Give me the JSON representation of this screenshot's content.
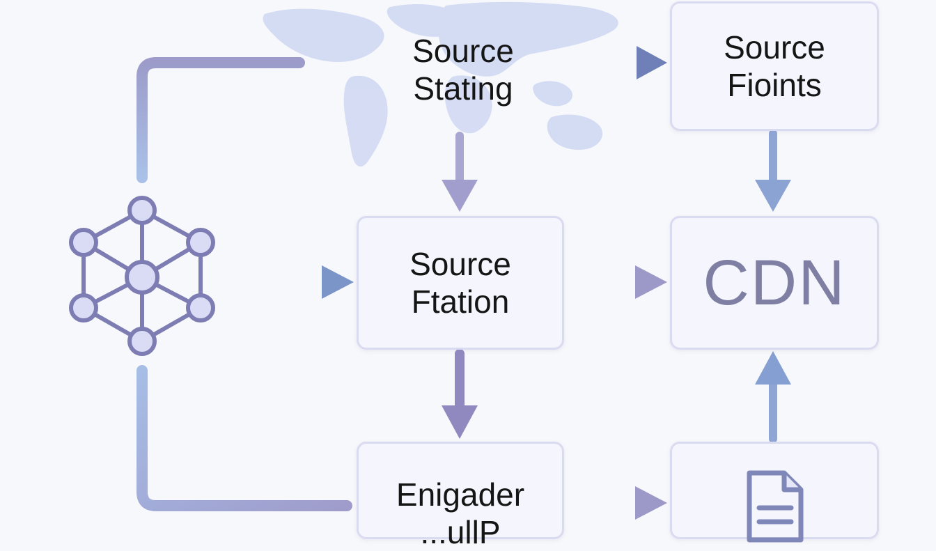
{
  "nodes": {
    "source_stating": {
      "line1": "Source",
      "line2": "Stating"
    },
    "source_fioints": {
      "line1": "Source",
      "line2": "Fioints"
    },
    "source_ftation": {
      "line1": "Source",
      "line2": "Ftation"
    },
    "cdn": {
      "label": "CDN"
    },
    "enigader": {
      "line1": "Enigader",
      "line2": "...ullP"
    },
    "document": {
      "icon": "document-icon"
    }
  },
  "icons": {
    "network": "network-graph-icon",
    "map": "world-map-icon"
  },
  "colors": {
    "background": "#f7f8fb",
    "box_fill": "#f4f5fd",
    "box_border": "#d9dbf0",
    "arrow_purple": "#9a97c7",
    "arrow_blue": "#8fa6d4",
    "arrow_dark": "#7f86b8",
    "network_stroke": "#7d7db3",
    "network_fill": "#dadcf6",
    "map_fill": "#c9d3f2",
    "cdn_text": "#7f7fa3"
  }
}
